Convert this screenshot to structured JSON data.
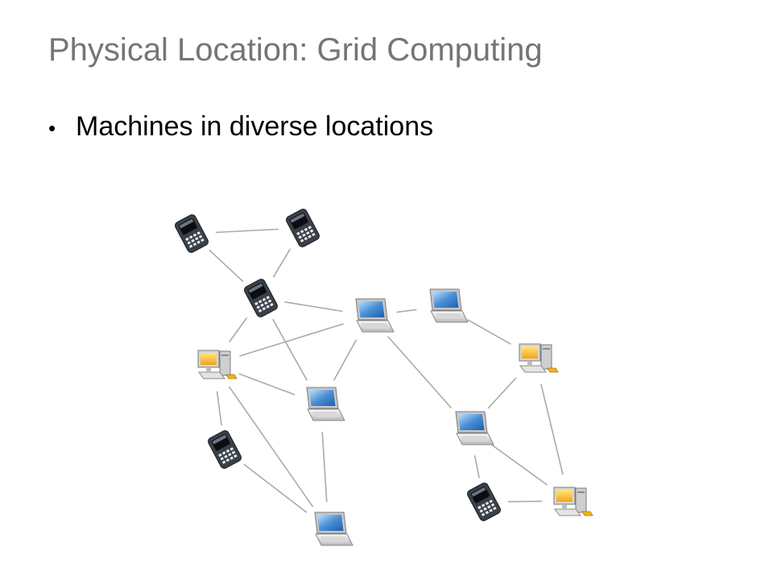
{
  "slide": {
    "title": "Physical Location: Grid Computing",
    "bullets": [
      "Machines in diverse locations"
    ]
  },
  "diagram": {
    "device_icons": {
      "phone": "smartphone-icon",
      "laptop": "laptop-icon",
      "desktop": "desktop-computer-icon"
    },
    "colors": {
      "edge": "#aaaaaa",
      "screen": "#4a8fd4",
      "phone_body": "#3a4048",
      "desktop_screen": "#f2b31b"
    },
    "nodes": [
      {
        "id": "phone-1",
        "type": "phone"
      },
      {
        "id": "phone-2",
        "type": "phone"
      },
      {
        "id": "phone-3",
        "type": "phone"
      },
      {
        "id": "laptop-1",
        "type": "laptop"
      },
      {
        "id": "laptop-2",
        "type": "laptop"
      },
      {
        "id": "desktop-1",
        "type": "desktop"
      },
      {
        "id": "laptop-3",
        "type": "laptop"
      },
      {
        "id": "desktop-2",
        "type": "desktop"
      },
      {
        "id": "phone-4",
        "type": "phone"
      },
      {
        "id": "laptop-4",
        "type": "laptop"
      },
      {
        "id": "laptop-5",
        "type": "laptop"
      },
      {
        "id": "phone-5",
        "type": "phone"
      },
      {
        "id": "desktop-3",
        "type": "desktop"
      }
    ],
    "edges": [
      [
        "phone-1",
        "phone-2"
      ],
      [
        "phone-1",
        "phone-3"
      ],
      [
        "phone-2",
        "phone-3"
      ],
      [
        "phone-3",
        "laptop-1"
      ],
      [
        "phone-3",
        "desktop-1"
      ],
      [
        "phone-3",
        "laptop-3"
      ],
      [
        "laptop-1",
        "desktop-1"
      ],
      [
        "laptop-1",
        "laptop-2"
      ],
      [
        "laptop-1",
        "laptop-3"
      ],
      [
        "laptop-1",
        "laptop-4"
      ],
      [
        "desktop-1",
        "laptop-3"
      ],
      [
        "desktop-1",
        "phone-4"
      ],
      [
        "desktop-1",
        "laptop-5"
      ],
      [
        "laptop-3",
        "laptop-5"
      ],
      [
        "phone-4",
        "laptop-5"
      ],
      [
        "laptop-2",
        "desktop-2"
      ],
      [
        "desktop-2",
        "laptop-4"
      ],
      [
        "desktop-2",
        "desktop-3"
      ],
      [
        "laptop-4",
        "phone-5"
      ],
      [
        "laptop-4",
        "desktop-3"
      ],
      [
        "phone-5",
        "desktop-3"
      ]
    ]
  }
}
